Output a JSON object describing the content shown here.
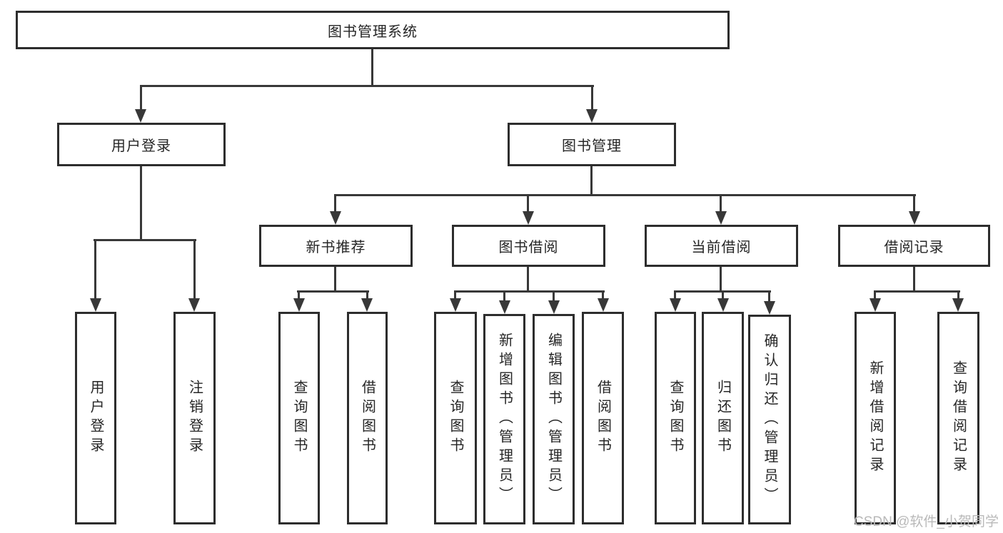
{
  "title": "图书管理系统",
  "watermark": "CSDN @软件_小贺同学",
  "colors": {
    "background": "#ffffff",
    "box_fill": "#ffffff",
    "box_border": "#2d2d2d",
    "line": "#383838",
    "text": "#262626",
    "watermark": "#b9b9b9"
  },
  "tree": {
    "label": "图书管理系统",
    "children": [
      {
        "label": "用户登录",
        "children": [
          {
            "label": "用户登录"
          },
          {
            "label": "注销登录"
          }
        ]
      },
      {
        "label": "图书管理",
        "children": [
          {
            "label": "新书推荐",
            "children": [
              {
                "label": "查询图书"
              },
              {
                "label": "借阅图书"
              }
            ]
          },
          {
            "label": "图书借阅",
            "children": [
              {
                "label": "查询图书"
              },
              {
                "label": "新增图书（管理员）"
              },
              {
                "label": "编辑图书（管理员）"
              },
              {
                "label": "借阅图书"
              }
            ]
          },
          {
            "label": "当前借阅",
            "children": [
              {
                "label": "查询图书"
              },
              {
                "label": "归还图书"
              },
              {
                "label": "确认归还（管理员）"
              }
            ]
          },
          {
            "label": "借阅记录",
            "children": [
              {
                "label": "新增借阅记录"
              },
              {
                "label": "查询借阅记录"
              }
            ]
          }
        ]
      }
    ]
  }
}
